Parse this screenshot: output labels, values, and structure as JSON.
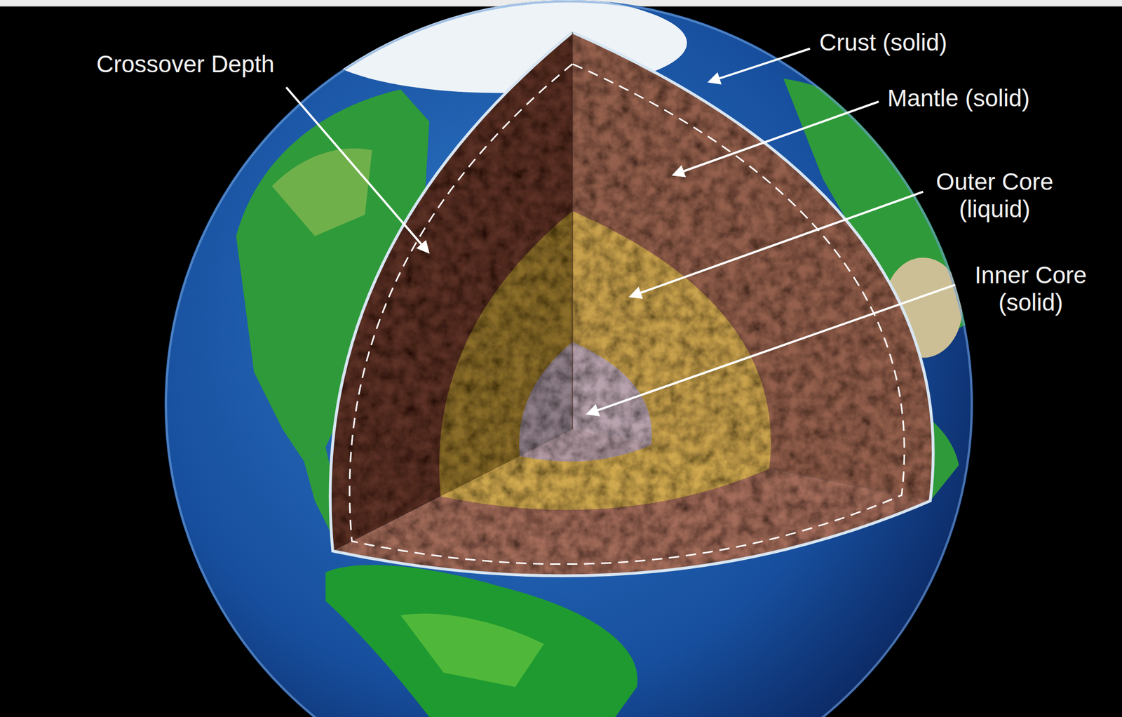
{
  "diagram": {
    "labels": [
      "Crossover Depth",
      "Crust (solid)",
      "Mantle (solid)",
      "Outer Core (liquid)",
      "Inner Core (solid)"
    ]
  }
}
